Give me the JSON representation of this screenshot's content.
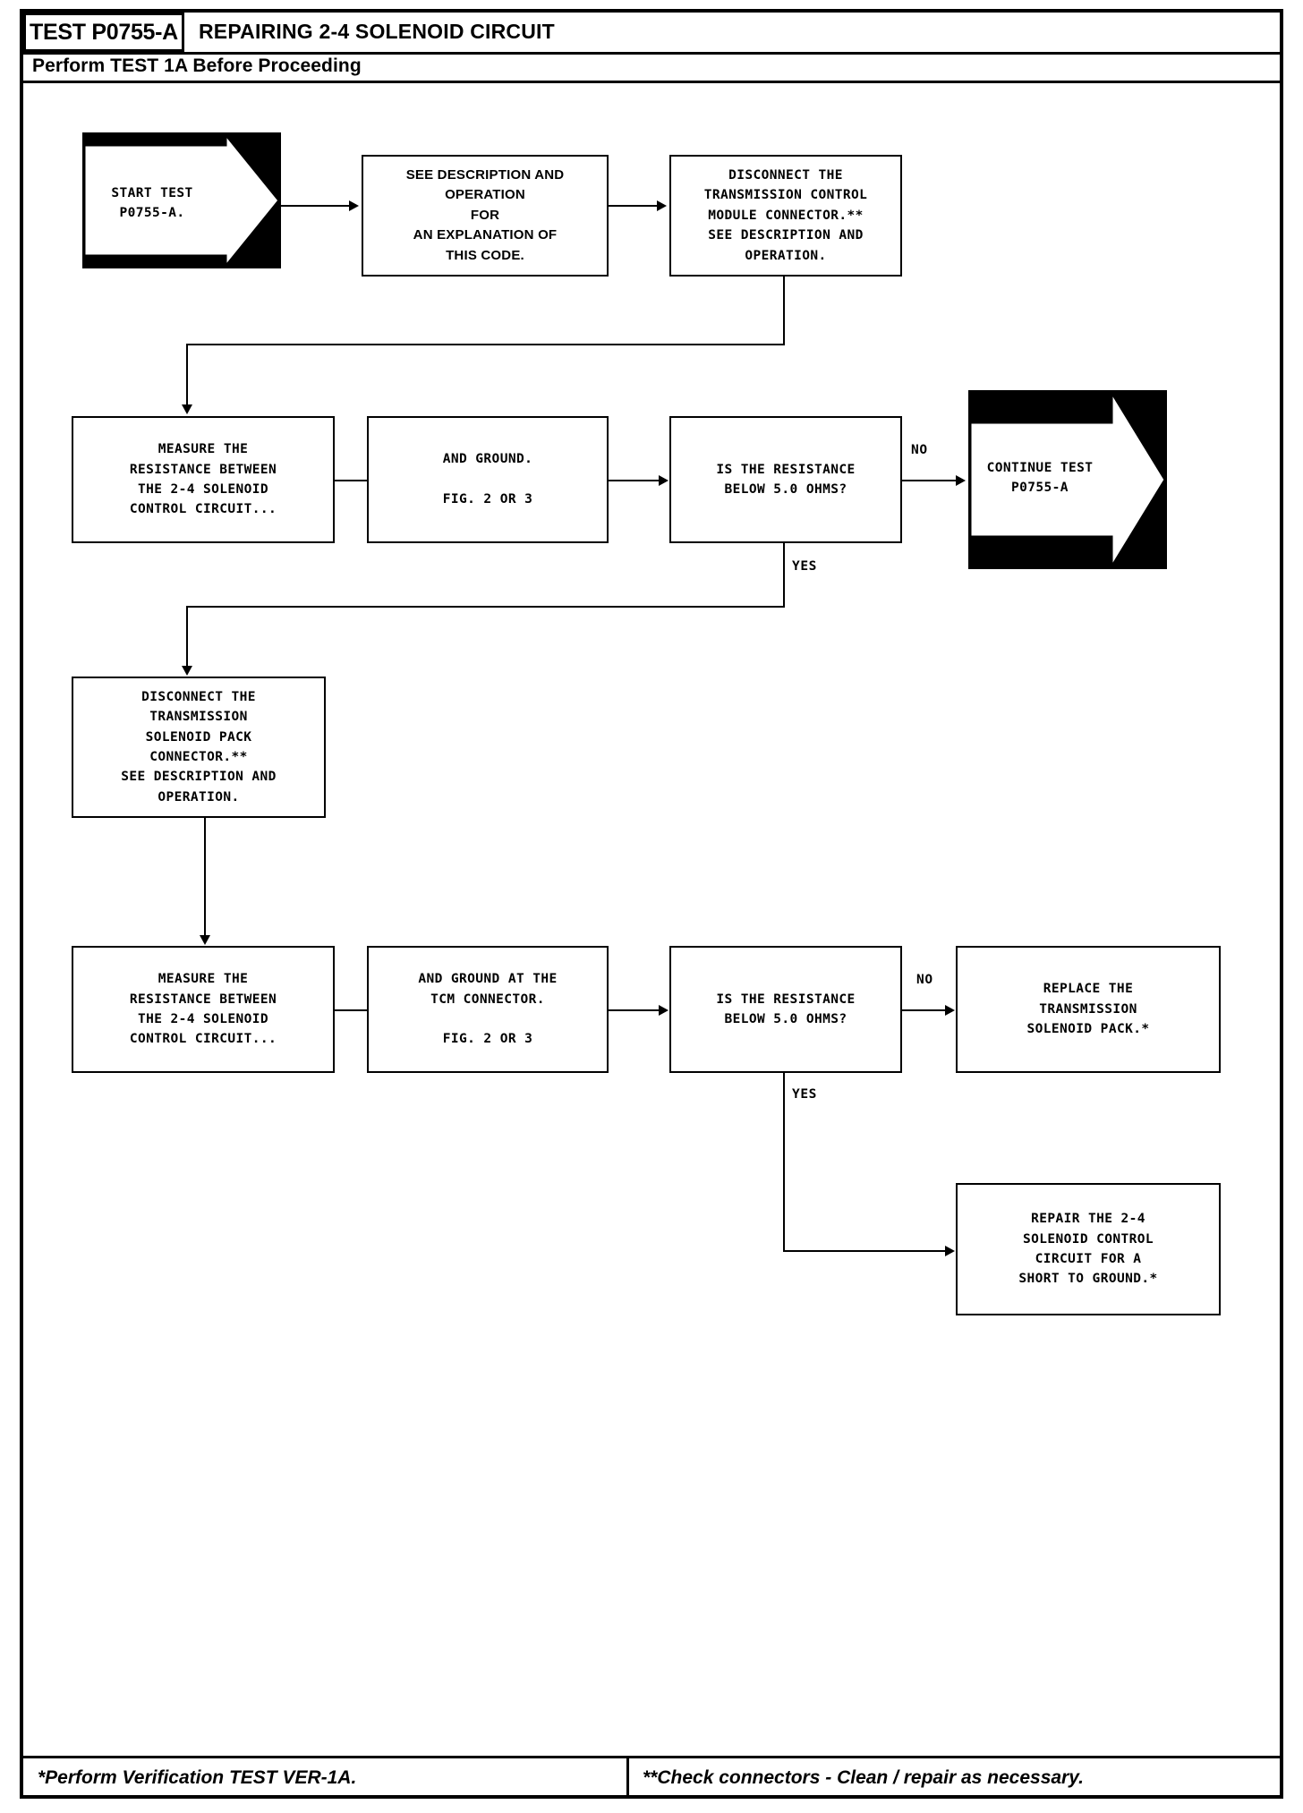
{
  "header": {
    "code_label": "TEST P0755-A",
    "title": "REPAIRING 2-4 SOLENOID CIRCUIT",
    "subtitle": "Perform TEST 1A Before Proceeding"
  },
  "footer": {
    "left_note": "*Perform Verification TEST VER-1A.",
    "right_note": "**Check connectors - Clean / repair as necessary."
  },
  "nodes": {
    "start": "START TEST\nP0755-A.",
    "see_desc_op": "SEE DESCRIPTION AND\nOPERATION\nFOR\nAN EXPLANATION OF\nTHIS CODE.",
    "disconnect_tcm": "DISCONNECT THE\nTRANSMISSION CONTROL\nMODULE CONNECTOR.**\nSEE DESCRIPTION AND\nOPERATION.",
    "measure_res_1": "MEASURE THE\nRESISTANCE BETWEEN\nTHE 2-4 SOLENOID\nCONTROL CIRCUIT...",
    "and_ground_1": "AND GROUND.\n\nFIG. 2 OR 3",
    "decision_1": "IS THE RESISTANCE\nBELOW 5.0 OHMS?",
    "continue_test": "CONTINUE TEST\nP0755-A",
    "disconnect_pack": "DISCONNECT THE\nTRANSMISSION\nSOLENOID PACK\nCONNECTOR.**\nSEE DESCRIPTION AND\nOPERATION.",
    "measure_res_2": "MEASURE THE\nRESISTANCE BETWEEN\nTHE 2-4 SOLENOID\nCONTROL CIRCUIT...",
    "and_ground_2": "AND GROUND AT THE\nTCM CONNECTOR.\n\nFIG. 2 OR 3",
    "decision_2": "IS THE RESISTANCE\nBELOW 5.0 OHMS?",
    "replace_pack": "REPLACE THE\nTRANSMISSION\nSOLENOID PACK.*",
    "repair_short": "REPAIR THE 2-4\nSOLENOID CONTROL\nCIRCUIT FOR A\nSHORT TO GROUND.*"
  },
  "edges": {
    "no_1": "NO",
    "yes_1": "YES",
    "no_2": "NO",
    "yes_2": "YES"
  },
  "colors": {
    "ink": "#000000",
    "paper": "#ffffff"
  }
}
